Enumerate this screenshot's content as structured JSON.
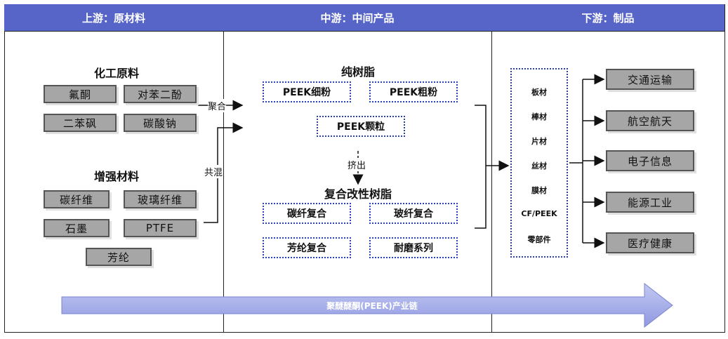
{
  "headers": {
    "upstream": "上游：原材料",
    "midstream": "中游：中间产品",
    "downstream": "下游：制品"
  },
  "upstream": {
    "chem_title": "化工原料",
    "chem_items": [
      "氟酮",
      "对苯二酚",
      "二苯砜",
      "碳酸钠"
    ],
    "reinf_title": "增强材料",
    "reinf_items": [
      "碳纤维",
      "玻璃纤维",
      "石墨",
      "PTFE",
      "芳纶"
    ]
  },
  "connectors": {
    "polymerize": "聚合",
    "blend": "共混",
    "extrude": "挤出"
  },
  "midstream": {
    "pure_title": "纯树脂",
    "pure_items": [
      "PEEK细粉",
      "PEEK粗粉",
      "PEEK颗粒"
    ],
    "composite_title": "复合改性树脂",
    "composite_items": [
      "碳纤复合",
      "玻纤复合",
      "芳纶复合",
      "耐磨系列"
    ]
  },
  "downstream": {
    "products": [
      "板材",
      "棒材",
      "片材",
      "丝材",
      "膜材",
      "CF/PEEK",
      "零部件"
    ],
    "applications": [
      "交通运输",
      "航空航天",
      "电子信息",
      "能源工业",
      "医疗健康"
    ]
  },
  "chain_label": "聚醚醚酮(PEEK)产业链",
  "colors": {
    "header": "#5765c9",
    "dotted_border": "#2b3fb8",
    "gray_box": "#a6a6a6",
    "big_arrow": "#9ea6e6"
  }
}
